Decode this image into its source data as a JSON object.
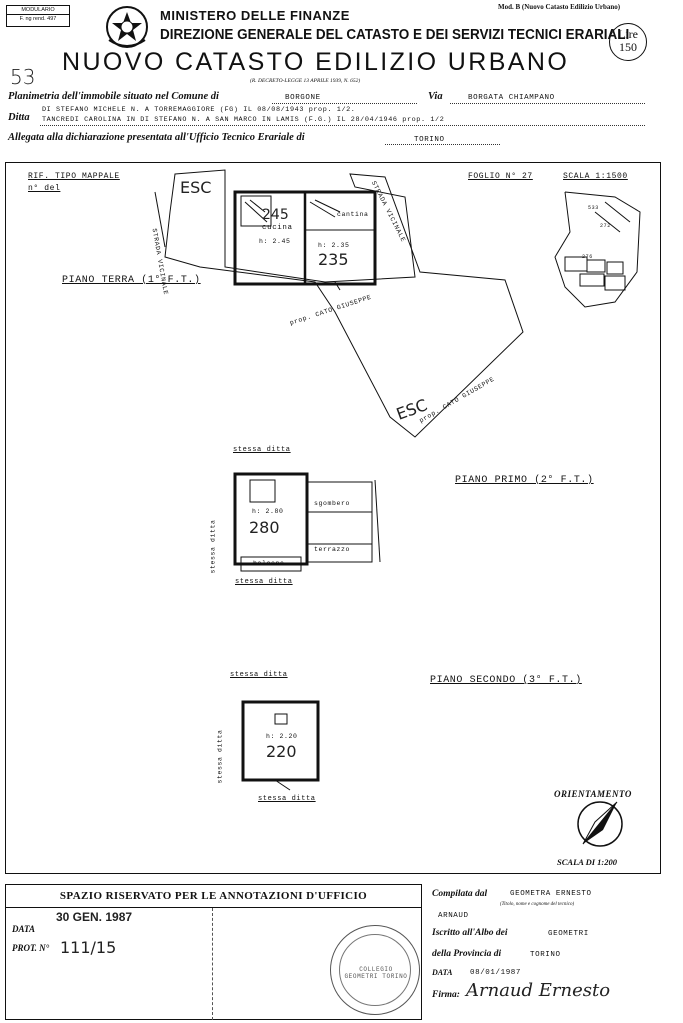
{
  "header": {
    "modulario_line1": "MODULARIO",
    "modulario_line2": "F. ng rend. 497",
    "ministero": "MINISTERO DELLE FINANZE",
    "direzione": "DIREZIONE GENERALE DEL CATASTO E DEI SERVIZI TECNICI ERARIALI",
    "mod_b": "Mod. B (Nuovo Catasto Edilizio Urbano)",
    "lire_label": "Lire",
    "lire_value": "150",
    "title": "NUOVO CATASTO EDILIZIO URBANO",
    "decreto": "(R. DECRETO-LEGGE 13 APRILE 1939, N. 652)",
    "handwritten_number": "53"
  },
  "form": {
    "planimetria_label": "Planimetria dell'immobile situato nel Comune di",
    "comune": "BORGONE",
    "via_label": "Via",
    "via": "BORGATA CHIAMPANO",
    "ditta_line1": "DI STEFANO MICHELE N. A TORREMAGGIORE (FG) IL 08/08/1943 prop. 1/2.",
    "ditta_label": "Ditta",
    "ditta_line2": "TANCREDI CAROLINA IN DI STEFANO N. A SAN MARCO IN LAMIS (F.G.) IL 28/04/1946 prop. 1/2",
    "allegata_label": "Allegata alla dichiarazione presentata all'Ufficio Tecnico Erariale di",
    "ufficio": "TORINO"
  },
  "plan": {
    "tipo": "RIF. TIPO MAPPALE",
    "n_del": "n° del",
    "foglio": "FOGLIO N° 27",
    "scala_small": "SCALA 1:1500",
    "piano_terra": "PIANO TERRA (1° F.T.)",
    "piano_primo": "PIANO PRIMO (2° F.T.)",
    "piano_secondo": "PIANO SECONDO (3° F.T.)",
    "esc": "ESC",
    "cucina": "cucina",
    "h_cucina": "h: 2.45",
    "h_235": "h: 2.35",
    "h_280": "h: 2.80",
    "h_220": "h: 2.20",
    "val_245": "245",
    "val_235": "235",
    "val_280": "280",
    "val_220": "220",
    "cantina": "cantina",
    "sgombero": "sgombero",
    "terrazzo": "terrazzo",
    "balcone": "balcone",
    "stessa_ditta": "stessa ditta",
    "prop_cato": "prop. CATO GIUSEPPE",
    "strada": "STRADA VICINALE",
    "map_num_1": "533",
    "map_num_2": "272",
    "map_num_3": "276",
    "orientamento": "ORIENTAMENTO",
    "scala": "SCALA DI 1:200"
  },
  "footer": {
    "spazio": "SPAZIO RISERVATO PER LE ANNOTAZIONI D'UFFICIO",
    "data_label": "DATA",
    "data_value": "30 GEN. 1987",
    "prot_label": "PROT. N°",
    "prot_value": "111/15",
    "compilata_label": "Compilata dal",
    "compilatore_1": "GEOMETRA ERNESTO",
    "compilatore_note": "(Titolo, nome e cognome del tecnico)",
    "compilatore_2": "ARNAUD",
    "iscritto_label": "Iscritto all'Albo dei",
    "albo": "GEOMETRI",
    "provincia_label": "della Provincia di",
    "provincia": "TORINO",
    "data2_label": "DATA",
    "data2_value": "08/01/1987",
    "firma_label": "Firma:",
    "firma_value": "Arnaud Ernesto",
    "stamp_text": "COLLEGIO GEOMETRI TORINO"
  }
}
